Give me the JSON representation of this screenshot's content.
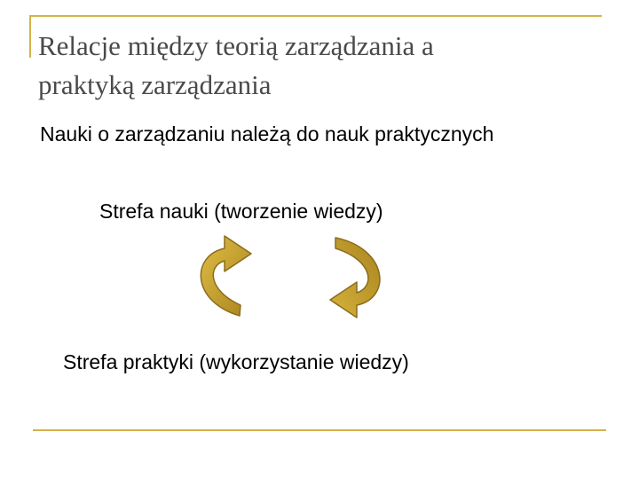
{
  "slide": {
    "title_line1": "Relacje między teorią zarządzania a",
    "title_line2": "praktyką zarządzania",
    "subtitle": "Nauki o zarządzaniu należą do nauk praktycznych",
    "zone_science": "Strefa nauki (tworzenie wiedzy)",
    "zone_practice": "Strefa praktyki (wykorzystanie wiedzy)"
  },
  "colors": {
    "accent_rule": "#d4b24a",
    "arrow_fill": "#c9a435",
    "arrow_shadow": "#8a6d1c",
    "title_text": "#4a4a4a"
  },
  "icons": {
    "left_arrow": "curved-arrow-up-right-icon",
    "right_arrow": "curved-arrow-down-left-icon"
  }
}
